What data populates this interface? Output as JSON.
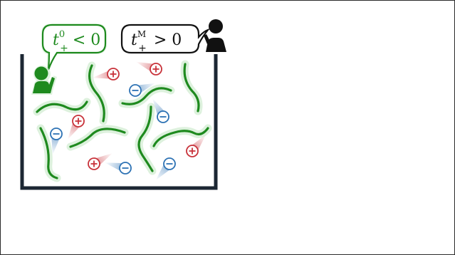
{
  "labels": {
    "left_symbol": "t",
    "left_superscript": "0",
    "left_subscript": "+",
    "left_relation": "< 0",
    "right_symbol": "t",
    "right_superscript": "M",
    "right_subscript": "+",
    "right_relation": "> 0"
  },
  "ion_symbols": {
    "cation": "+",
    "anion": "−"
  },
  "colors": {
    "frame": "#2b2b2b",
    "container": "#1c2733",
    "polymer": "#1e8a1e",
    "polymer_halo": "#d2ecd2",
    "left_observer": "#1e8a1e",
    "right_observer": "#111111",
    "cation": "#c8323a",
    "anion": "#2d72b4"
  },
  "icons": {
    "left_observer": "person-icon",
    "right_observer": "person-icon",
    "cation": "circled-plus-icon",
    "anion": "circled-minus-icon"
  }
}
